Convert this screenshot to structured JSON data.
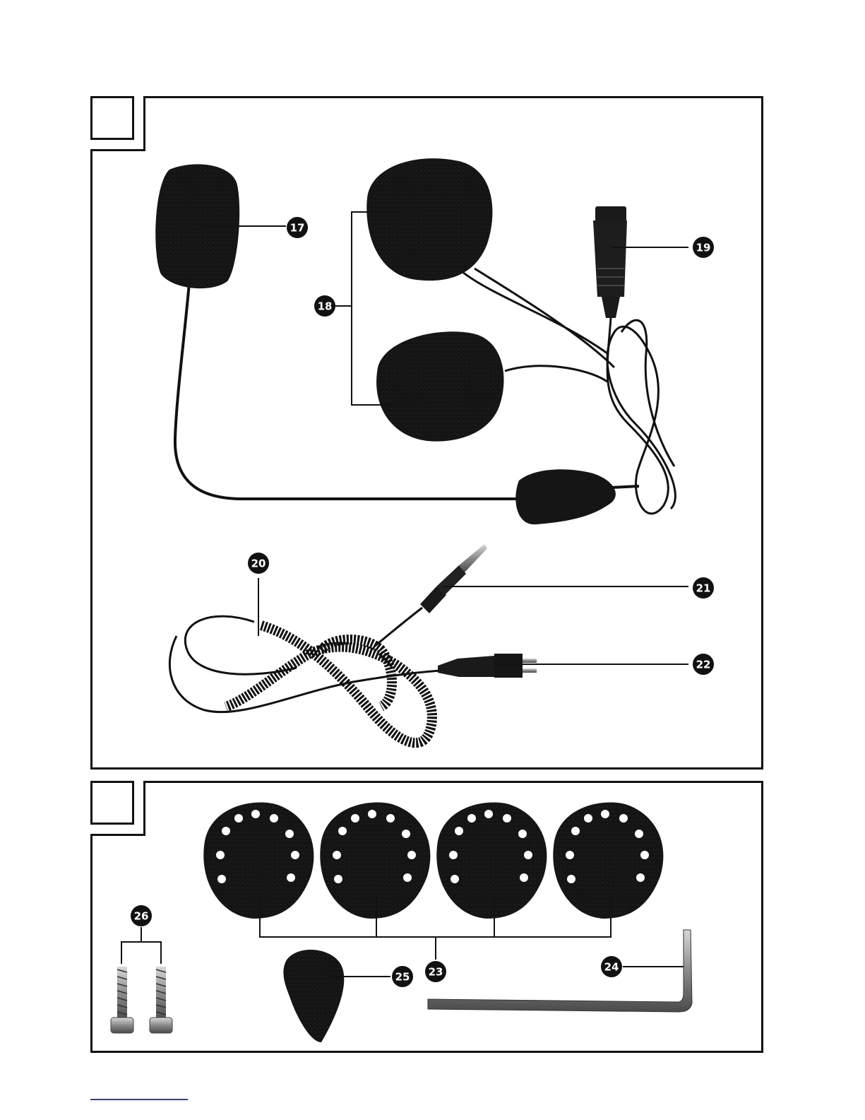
{
  "callouts": {
    "c17": "17",
    "c18": "18",
    "c19": "19",
    "c20": "20",
    "c21": "21",
    "c22": "22",
    "c23": "23",
    "c24": "24",
    "c25": "25",
    "c26": "26"
  },
  "colors": {
    "ink": "#111111",
    "foam": "#141414",
    "metal": "#9a9a9a",
    "footer_link": "#2b39c9"
  },
  "icons": {
    "microphone": "boom-microphone-foam-icon",
    "speakers": "speaker-pads-icon",
    "jack": "3.5mm-jack-icon",
    "hex_key": "allen-key-icon",
    "screws": "screw-icon"
  }
}
